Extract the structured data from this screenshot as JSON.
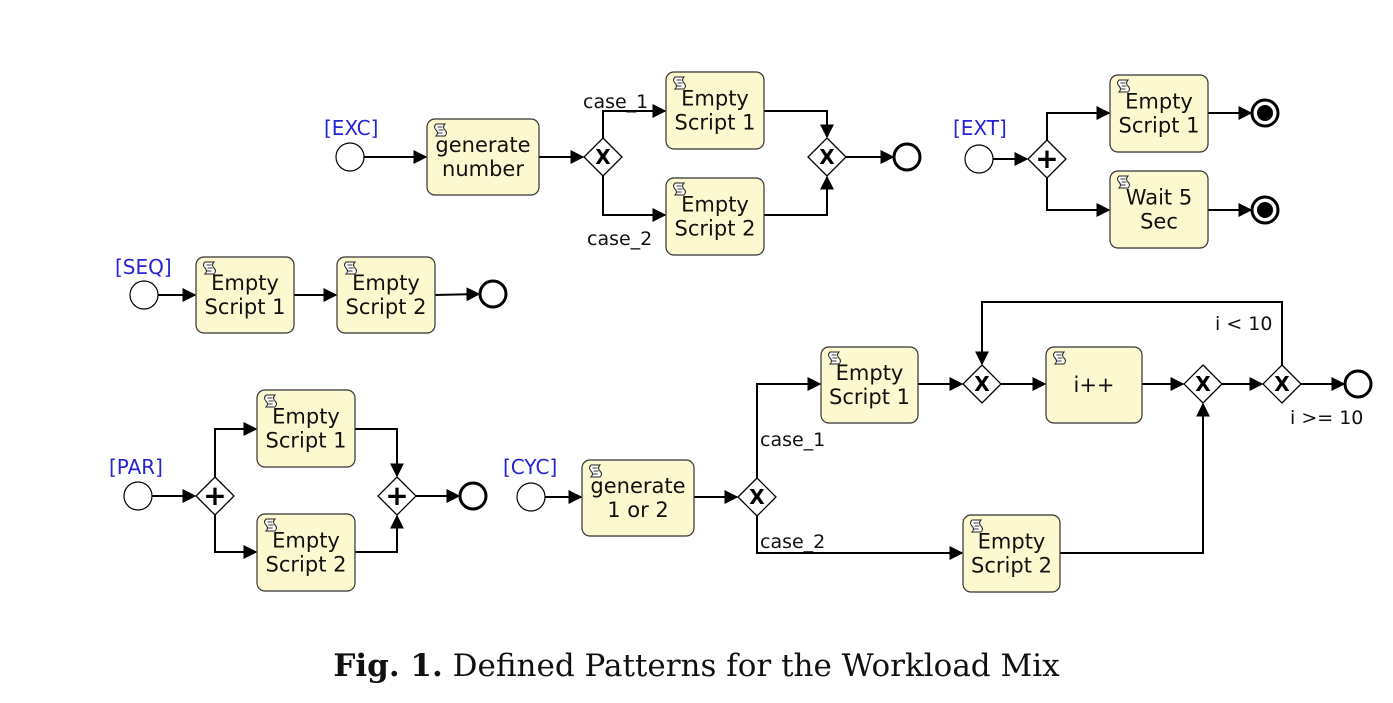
{
  "patterns": {
    "exc": {
      "tag": "[EXC]",
      "tasks": {
        "generate": [
          "generate",
          "number"
        ],
        "s1": [
          "Empty",
          "Script 1"
        ],
        "s2": [
          "Empty",
          "Script 2"
        ]
      },
      "labels": {
        "case1": "case_1",
        "case2": "case_2"
      }
    },
    "ext": {
      "tag": "[EXT]",
      "tasks": {
        "s1": [
          "Empty",
          "Script 1"
        ],
        "wait": [
          "Wait 5",
          "Sec"
        ]
      }
    },
    "seq": {
      "tag": "[SEQ]",
      "tasks": {
        "s1": [
          "Empty",
          "Script 1"
        ],
        "s2": [
          "Empty",
          "Script 2"
        ]
      }
    },
    "par": {
      "tag": "[PAR]",
      "tasks": {
        "s1": [
          "Empty",
          "Script 1"
        ],
        "s2": [
          "Empty",
          "Script 2"
        ]
      }
    },
    "cyc": {
      "tag": "[CYC]",
      "tasks": {
        "generate": [
          "generate",
          "1 or 2"
        ],
        "s1": [
          "Empty",
          "Script 1"
        ],
        "inc": [
          "i++"
        ],
        "s2": [
          "Empty",
          "Script 2"
        ]
      },
      "labels": {
        "case1": "case_1",
        "case2": "case_2",
        "loop": "i < 10",
        "exit": "i >= 10"
      }
    }
  },
  "gateway_symbols": {
    "exclusive": "X",
    "parallel": "+"
  },
  "icons": {
    "script_task": "script-icon",
    "start_event": "start-event-icon",
    "end_event": "end-event-icon",
    "terminate_event": "terminate-end-event-icon"
  },
  "caption": {
    "label": "Fig. 1.",
    "text": "Defined Patterns for the Workload Mix"
  }
}
